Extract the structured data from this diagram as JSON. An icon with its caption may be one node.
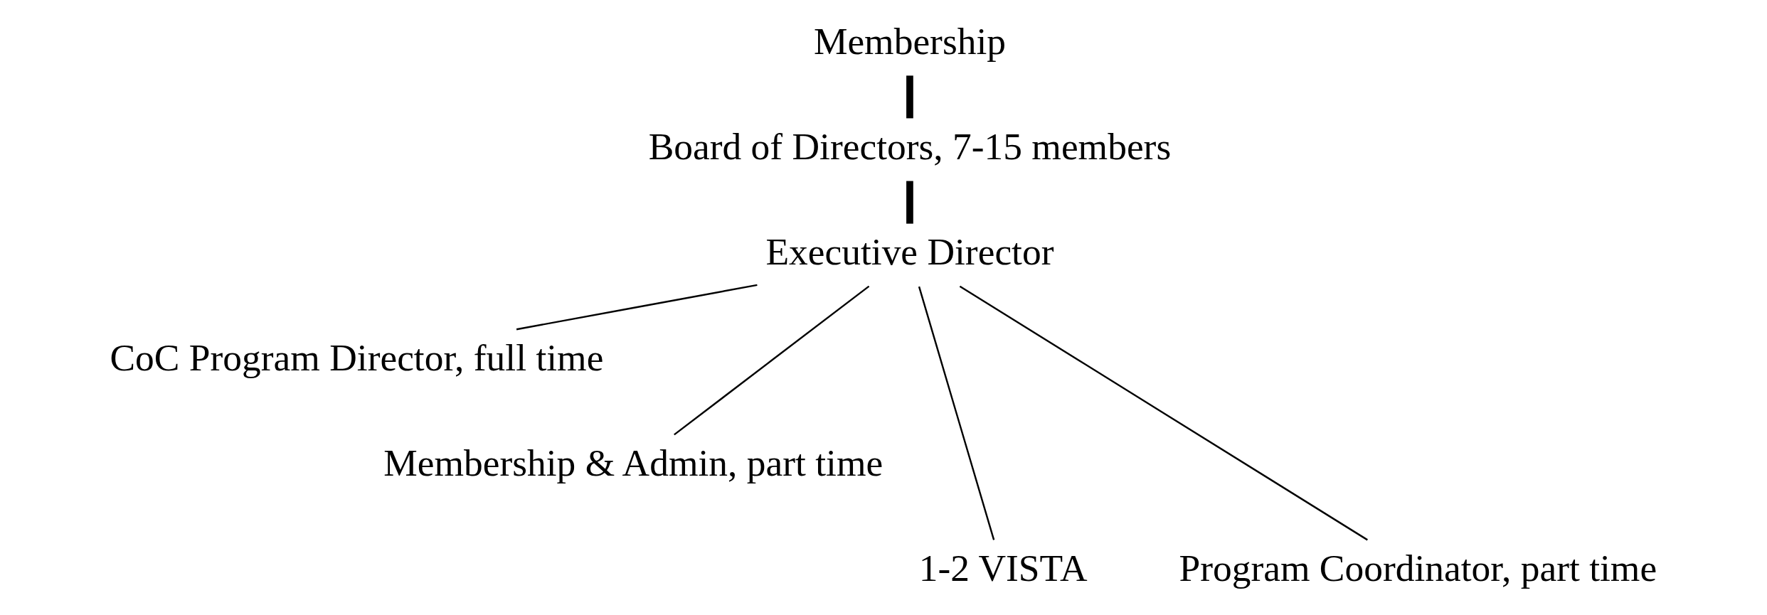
{
  "diagram": {
    "nodes": [
      {
        "text": [
          "Membership"
        ]
      },
      {
        "text": [
          "Board of Directors, 7-15 members"
        ]
      },
      {
        "text": [
          "Executive Director"
        ]
      },
      {
        "text": [
          "CoC Program Director, full time"
        ]
      },
      {
        "text": [
          "Membership & Admin, part time"
        ]
      },
      {
        "text": [
          "1-2 VISTA"
        ]
      },
      {
        "text": [
          "Program Coordinator, part time"
        ]
      }
    ],
    "edges": [
      {
        "from": 0,
        "to": 1,
        "arrow": "none",
        "style": "thick"
      },
      {
        "from": 1,
        "to": 2,
        "arrow": "none",
        "style": "thick"
      },
      {
        "from": 2,
        "to": 3,
        "arrow": "none"
      },
      {
        "from": 2,
        "to": 4,
        "arrow": "none"
      },
      {
        "from": 2,
        "to": 5,
        "arrow": "none"
      },
      {
        "from": 2,
        "to": 6,
        "arrow": "none"
      }
    ]
  }
}
